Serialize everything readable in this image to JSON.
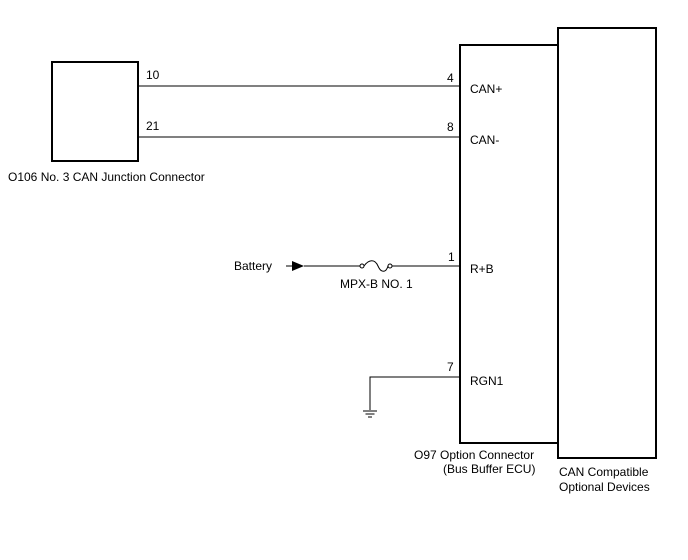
{
  "junction_connector": {
    "label": "O106  No. 3 CAN Junction Connector",
    "pins": [
      "10",
      "21"
    ]
  },
  "option_connector": {
    "label_line1": "O97  Option Connector",
    "label_line2": "(Bus Buffer ECU)",
    "pins": [
      {
        "number": "4",
        "signal": "CAN+"
      },
      {
        "number": "8",
        "signal": "CAN-"
      },
      {
        "number": "1",
        "signal": "R+B"
      },
      {
        "number": "7",
        "signal": "RGN1"
      }
    ]
  },
  "optional_devices": {
    "label_line1": "CAN Compatible",
    "label_line2": "Optional Devices"
  },
  "battery": {
    "label": "Battery"
  },
  "fuse": {
    "label": "MPX-B NO. 1"
  },
  "ground": {
    "icon": "ground-icon"
  }
}
